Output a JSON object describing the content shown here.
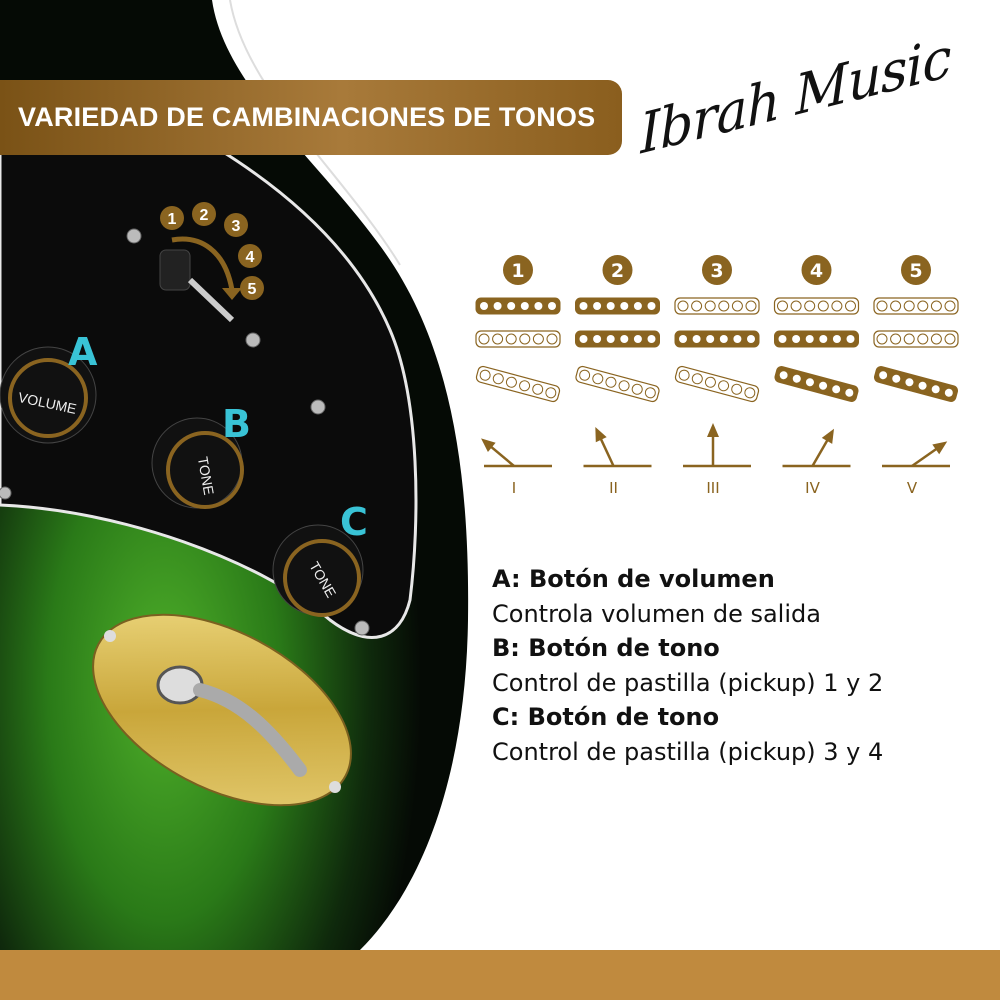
{
  "banner": {
    "title": "VARIEDAD DE CAMBINACIONES DE TONOS"
  },
  "logo": {
    "text": "Ibrah Music"
  },
  "colors": {
    "accent": "#8a6420",
    "bar": "#c08a3e",
    "knob_letter": "#39c3d6",
    "body_green": "#2f8a1e"
  },
  "guitar": {
    "switch_positions": [
      "1",
      "2",
      "3",
      "4",
      "5"
    ],
    "knobs": [
      {
        "letter": "A",
        "label": "VOLUME"
      },
      {
        "letter": "B",
        "label": "TONE"
      },
      {
        "letter": "C",
        "label": "TONE"
      }
    ]
  },
  "diagram": {
    "positions": [
      {
        "number": "1",
        "roman": "I",
        "pickups_active": [
          true,
          false,
          false
        ],
        "lever_angle_deg": -50
      },
      {
        "number": "2",
        "roman": "II",
        "pickups_active": [
          true,
          true,
          false
        ],
        "lever_angle_deg": -25
      },
      {
        "number": "3",
        "roman": "III",
        "pickups_active": [
          false,
          true,
          false
        ],
        "lever_angle_deg": 0
      },
      {
        "number": "4",
        "roman": "IV",
        "pickups_active": [
          false,
          true,
          true
        ],
        "lever_angle_deg": 30
      },
      {
        "number": "5",
        "roman": "V",
        "pickups_active": [
          false,
          false,
          true
        ],
        "lever_angle_deg": 55
      }
    ]
  },
  "legend": [
    {
      "title": "A: Botón de volumen",
      "desc": "Controla volumen de salida"
    },
    {
      "title": "B: Botón de tono",
      "desc": "Control de pastilla (pickup) 1 y 2"
    },
    {
      "title": "C: Botón de tono",
      "desc": "Control de pastilla (pickup) 3 y 4"
    }
  ]
}
